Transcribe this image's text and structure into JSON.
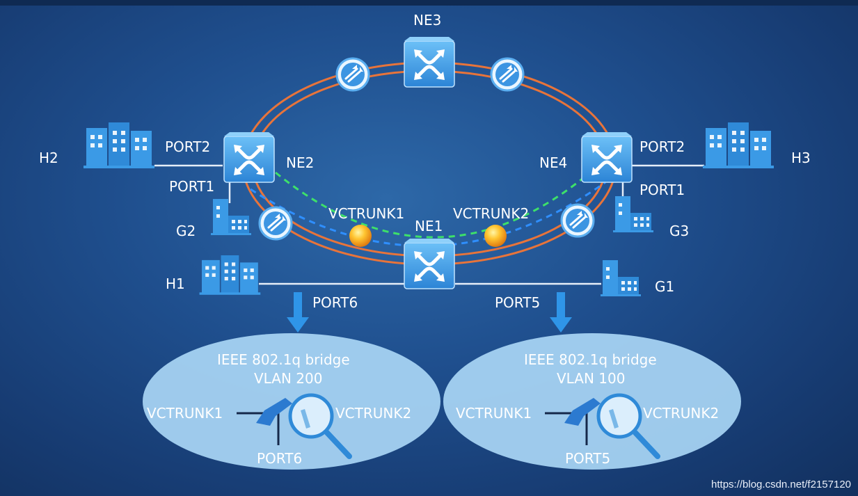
{
  "nodes": {
    "ne1": "NE1",
    "ne2": "NE2",
    "ne3": "NE3",
    "ne4": "NE4"
  },
  "sites": {
    "h1": "H1",
    "h2": "H2",
    "h3": "H3",
    "g1": "G1",
    "g2": "G2",
    "g3": "G3"
  },
  "ports": {
    "ne2_port2": "PORT2",
    "ne2_port1": "PORT1",
    "ne4_port2": "PORT2",
    "ne4_port1": "PORT1",
    "ne1_port6": "PORT6",
    "ne1_port5": "PORT5"
  },
  "trunks": {
    "vctrunk1": "VCTRUNK1",
    "vctrunk2": "VCTRUNK2"
  },
  "bridges": [
    {
      "title": "IEEE 802.1q bridge",
      "vlan": "VLAN 200",
      "left_port": "VCTRUNK1",
      "right_port": "VCTRUNK2",
      "bottom_port": "PORT6"
    },
    {
      "title": "IEEE 802.1q bridge",
      "vlan": "VLAN 100",
      "left_port": "VCTRUNK1",
      "right_port": "VCTRUNK2",
      "bottom_port": "PORT5"
    }
  ],
  "colors": {
    "ring": "#e8743a",
    "green_path": "#3ee06a",
    "blue_path": "#2f8fff",
    "device": "#3b9ae6",
    "ellipse": "#a9d6f5"
  },
  "watermark": "https://blog.csdn.net/f2157120"
}
